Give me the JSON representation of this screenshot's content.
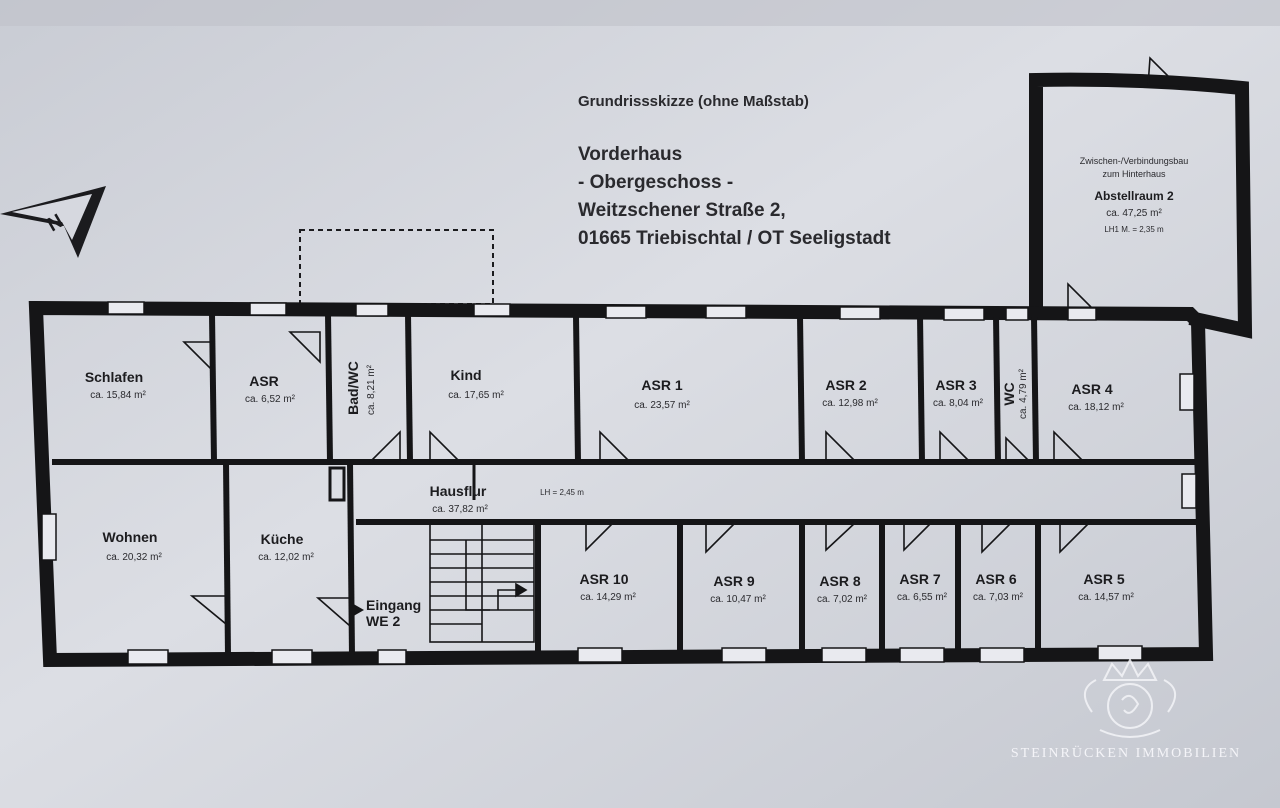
{
  "header": {
    "line1": "Grundrissskizze (ohne Maßstab)",
    "line2": "Vorderhaus",
    "line3": "- Obergeschoss -",
    "line4": "Weitzschener Straße 2,",
    "line5": "01665 Triebischtal / OT Seeligstadt"
  },
  "annex": {
    "caption1": "Zwischen-/Verbindungsbau",
    "caption2": "zum Hinterhaus",
    "name": "Abstellraum 2",
    "area": "ca. 47,25 m²",
    "height": "LH1 M. = 2,35 m"
  },
  "corridor": {
    "name": "Hausflur",
    "area": "ca. 37,82 m²",
    "height": "LH = 2,45 m"
  },
  "entrance": {
    "line1": "Eingang",
    "line2": "WE 2"
  },
  "rooms_top": [
    {
      "name": "Schlafen",
      "area": "ca. 15,84 m²"
    },
    {
      "name": "ASR",
      "area": "ca. 6,52 m²"
    },
    {
      "name": "Bad/WC",
      "area": "ca. 8,21 m²"
    },
    {
      "name": "Kind",
      "area": "ca. 17,65 m²"
    },
    {
      "name": "ASR 1",
      "area": "ca. 23,57 m²"
    },
    {
      "name": "ASR 2",
      "area": "ca. 12,98 m²"
    },
    {
      "name": "ASR 3",
      "area": "ca. 8,04 m²"
    },
    {
      "name": "WC",
      "area": "ca. 4,79 m²"
    },
    {
      "name": "ASR 4",
      "area": "ca. 18,12 m²"
    }
  ],
  "rooms_bottom": [
    {
      "name": "Wohnen",
      "area": "ca. 20,32 m²"
    },
    {
      "name": "Küche",
      "area": "ca. 12,02 m²"
    },
    {
      "name": "ASR 10",
      "area": "ca. 14,29 m²"
    },
    {
      "name": "ASR 9",
      "area": "ca. 10,47 m²"
    },
    {
      "name": "ASR 8",
      "area": "ca. 7,02 m²"
    },
    {
      "name": "ASR 7",
      "area": "ca. 6,55 m²"
    },
    {
      "name": "ASR 6",
      "area": "ca. 7,03 m²"
    },
    {
      "name": "ASR 5",
      "area": "ca. 14,57 m²"
    }
  ],
  "north_arrow": {
    "label": "N",
    "icon": "north-arrow-icon"
  },
  "watermark": {
    "text": "STEINRÜCKEN IMMOBILIEN",
    "icon": "crown-crest-icon"
  },
  "colors": {
    "paper": "#d6d8df",
    "wall": "#151517",
    "text": "#2a2a2e"
  }
}
